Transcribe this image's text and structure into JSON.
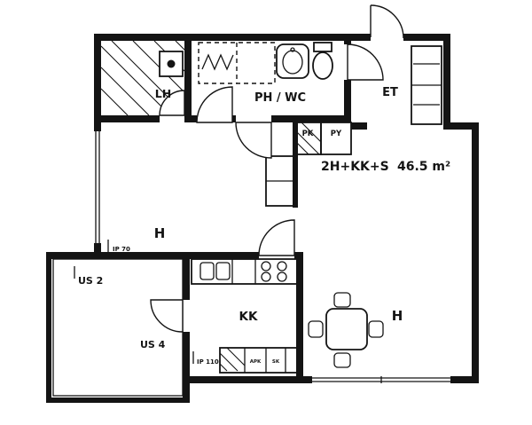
{
  "plan": {
    "apartment_type": "2H+KK+S",
    "area": "46.5 m²",
    "rooms": {
      "sauna": "LH",
      "bathroom": "PH / WC",
      "entry": "ET",
      "closet_pk": "PK",
      "closet_py": "PY",
      "bedroom": "H",
      "kitchenette": "KK",
      "living_room": "H",
      "balcony_upper": "US 2",
      "balcony_lower": "US 4"
    },
    "wall_marks": {
      "ip70": "IP 70",
      "ip110": "IP 110"
    },
    "appliances": {
      "dishwasher": "APK",
      "cleaning_closet": "SK"
    },
    "colors": {
      "ink": "#141414",
      "paper": "#ffffff"
    }
  }
}
